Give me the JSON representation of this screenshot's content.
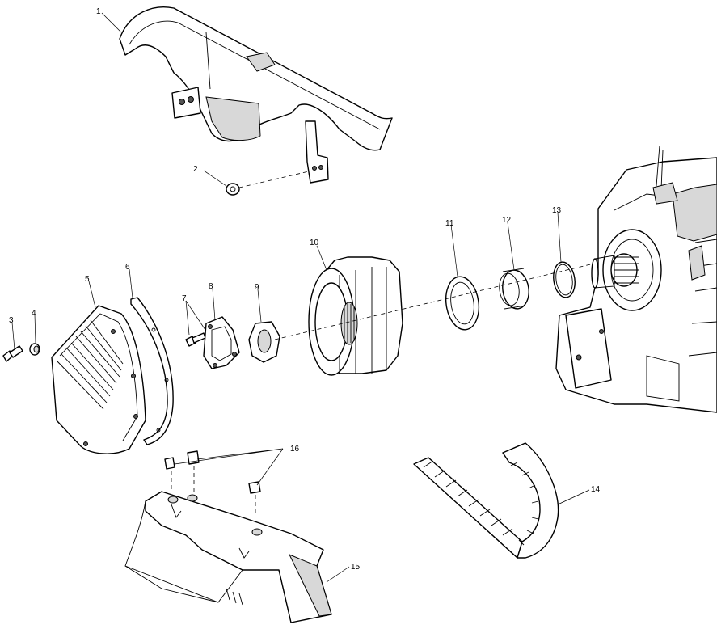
{
  "callouts": {
    "c1": "1",
    "c2": "2",
    "c3": "3",
    "c4": "4",
    "c5": "5",
    "c6": "6",
    "c7": "7",
    "c8": "8",
    "c9": "9",
    "c10": "10",
    "c11": "11",
    "c12": "12",
    "c13": "13",
    "c14": "14",
    "c15": "15",
    "c16": "16"
  },
  "colors": {
    "line": "#000000",
    "background": "#ffffff",
    "shading": "#d8d8d8"
  }
}
